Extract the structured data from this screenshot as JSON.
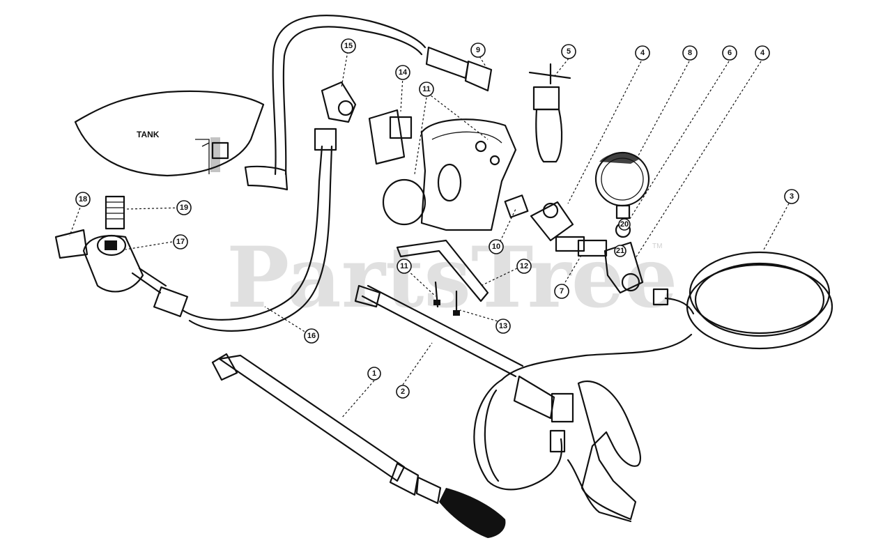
{
  "diagram": {
    "tank_label": "TANK",
    "watermark": "PartsTree",
    "watermark_tm": "TM",
    "pump_text_lines": [
      "",
      "",
      ""
    ],
    "callouts": [
      {
        "id": "c1",
        "label": "1"
      },
      {
        "id": "c2",
        "label": "2"
      },
      {
        "id": "c3",
        "label": "3"
      },
      {
        "id": "c4a",
        "label": "4"
      },
      {
        "id": "c4b",
        "label": "4"
      },
      {
        "id": "c5",
        "label": "5"
      },
      {
        "id": "c6",
        "label": "6"
      },
      {
        "id": "c7",
        "label": "7"
      },
      {
        "id": "c8",
        "label": "8"
      },
      {
        "id": "c9",
        "label": "9"
      },
      {
        "id": "c10",
        "label": "10"
      },
      {
        "id": "c11a",
        "label": "11"
      },
      {
        "id": "c11b",
        "label": "11"
      },
      {
        "id": "c12",
        "label": "12"
      },
      {
        "id": "c13",
        "label": "13"
      },
      {
        "id": "c14",
        "label": "14"
      },
      {
        "id": "c15",
        "label": "15"
      },
      {
        "id": "c16",
        "label": "16"
      },
      {
        "id": "c17",
        "label": "17"
      },
      {
        "id": "c18",
        "label": "18"
      },
      {
        "id": "c19",
        "label": "19"
      },
      {
        "id": "c20",
        "label": "20"
      },
      {
        "id": "c21",
        "label": "21"
      }
    ]
  }
}
